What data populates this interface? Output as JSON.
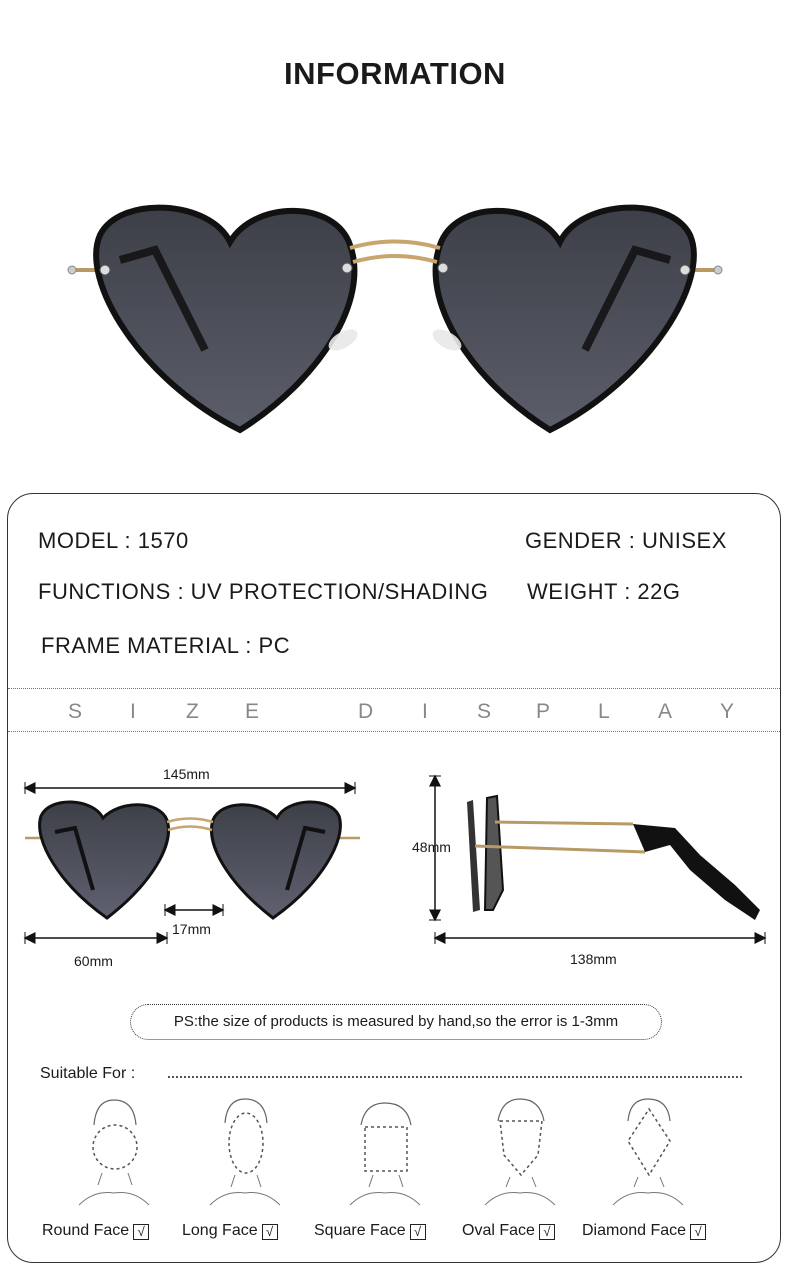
{
  "title": "INFORMATION",
  "specs": {
    "model": "MODEL : 1570",
    "gender": "GENDER : UNISEX",
    "functions": "FUNCTIONS : UV PROTECTION/SHADING",
    "weight": "WEIGHT : 22G",
    "frame": "FRAME MATERIAL : PC"
  },
  "size_display": [
    "S",
    "I",
    "Z",
    "E",
    "D",
    "I",
    "S",
    "P",
    "L",
    "A",
    "Y"
  ],
  "dimensions": {
    "total_width": "145mm",
    "bridge": "17mm",
    "lens_width": "60mm",
    "lens_height": "48mm",
    "temple": "138mm"
  },
  "note": "PS:the size of products is measured by hand,so the error is 1-3mm",
  "suitable": {
    "label": "Suitable For :",
    "check": "√",
    "faces": [
      "Round Face",
      "Long Face",
      "Square Face",
      "Oval Face",
      "Diamond Face"
    ]
  }
}
